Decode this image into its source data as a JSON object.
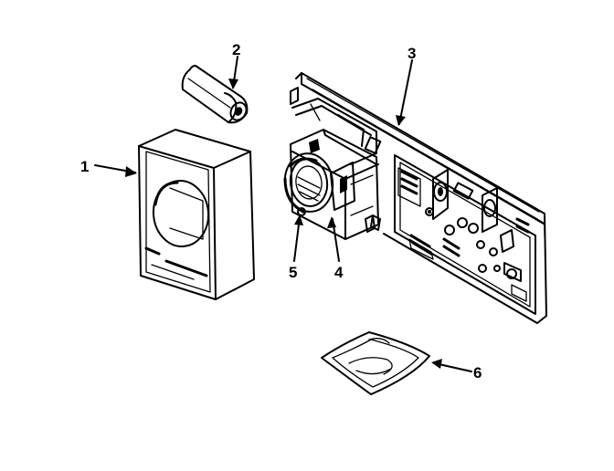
{
  "labels": {
    "cover": "1",
    "battery": "2",
    "base_plate": "3",
    "sensor_module": "4",
    "dial": "5",
    "parts_bag": "6"
  },
  "colors": {
    "ink": "#000000",
    "paper": "#ffffff"
  }
}
